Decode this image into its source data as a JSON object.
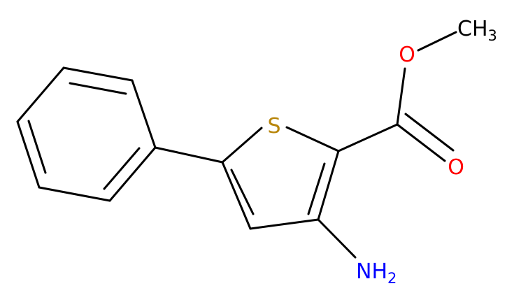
{
  "molecule": {
    "atoms": {
      "sulfur": {
        "symbol": "S",
        "color": "#b8860b"
      },
      "ester_oxygen": {
        "symbol": "O",
        "color": "#ff0000"
      },
      "carbonyl_oxygen": {
        "symbol": "O",
        "color": "#ff0000"
      },
      "amino": {
        "symbol": "NH",
        "subscript": "2",
        "color": "#0000ff"
      },
      "methyl": {
        "symbol": "CH",
        "subscript": "3",
        "color": "#000000"
      }
    },
    "bond_color": "#000000"
  }
}
